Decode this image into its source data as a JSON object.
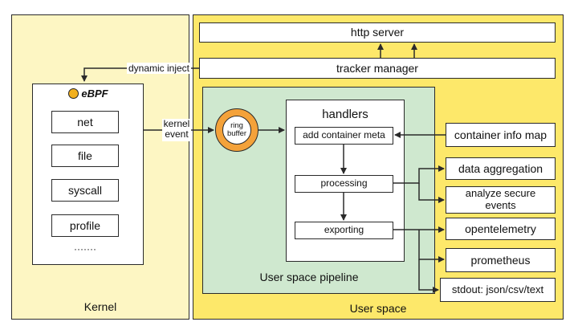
{
  "kernel": {
    "label": "Kernel",
    "ebpf_title": "eBPF",
    "items": [
      "net",
      "file",
      "syscall",
      "profile"
    ],
    "more": "·······"
  },
  "user": {
    "label": "User space",
    "http_server": "http server",
    "tracker_manager": "tracker manager",
    "pipeline_label": "User space pipeline",
    "ring_buffer": "ring buffer",
    "handlers_title": "handlers",
    "handlers": [
      "add container meta",
      "processing",
      "exporting"
    ],
    "container_info_map": "container info map",
    "outputs": [
      "data aggregation",
      "analyze secure events",
      "opentelemetry",
      "prometheus",
      "stdout: json/csv/text"
    ]
  },
  "edges": {
    "dynamic_inject": "dynamic inject",
    "kernel_event": "kernel event"
  }
}
